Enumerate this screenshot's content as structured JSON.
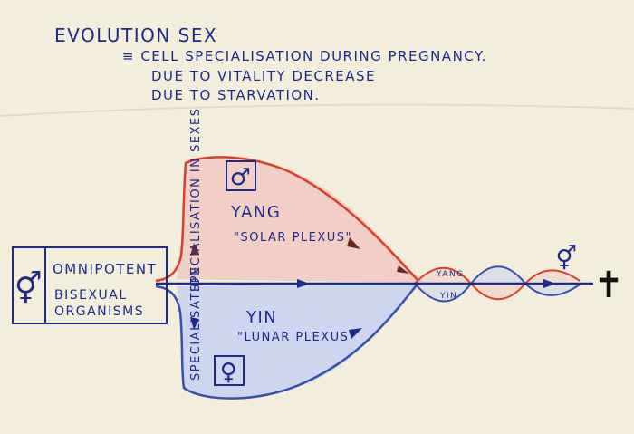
{
  "title": "EVOLUTION SEX",
  "notes": {
    "line1": "≡ CELL SPECIALISATION DURING PREGNANCY.",
    "line2": "DUE TO VITALITY DECREASE",
    "line3": "DUE TO STARVATION."
  },
  "origin_box": {
    "line1": "OMNIPOTENT",
    "line2": "BISEXUAL",
    "line3": "ORGANISMS",
    "symbol": "⚥"
  },
  "vertical_labels": {
    "top": "SPECIALISATION IN SEXES",
    "bottom": "SPECIALISATION"
  },
  "upper_lobe": {
    "symbol": "♂",
    "label": "YANG",
    "sublabel": "\"SOLAR PLEXUS\""
  },
  "lower_lobe": {
    "symbol": "♀",
    "label": "YIN",
    "sublabel": "\"LUNAR PLEXUS\""
  },
  "wave_labels": {
    "upper": "YANG",
    "lower": "YIN"
  },
  "end_symbol": "⚥",
  "death_symbol": "✝",
  "colors": {
    "ink": "#1d2a8a",
    "red": "#d8402c",
    "blue": "#3550b0",
    "red_fill": "#f1cfc4",
    "blue_fill": "#cdd6ee",
    "paper": "#f3eddb"
  }
}
